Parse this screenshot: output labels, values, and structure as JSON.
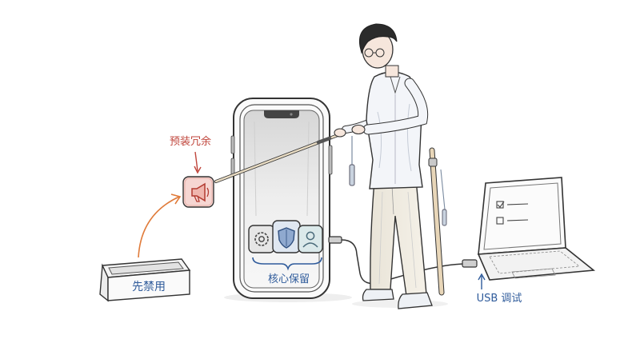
{
  "labels": {
    "preinstalled_redundant": "预装冗余",
    "disable_first": "先禁用",
    "core_keep": "核心保留",
    "usb_debug": "USB 调试"
  },
  "icons": {
    "redundant_app": "megaphone-icon",
    "core_apps": [
      "gear-icon",
      "shield-icon",
      "user-icon"
    ]
  },
  "colors": {
    "red_accent": "#c0463c",
    "blue_accent": "#2f5b9b",
    "orange_arrow": "#e07b3a",
    "pencil_line": "#333333"
  }
}
